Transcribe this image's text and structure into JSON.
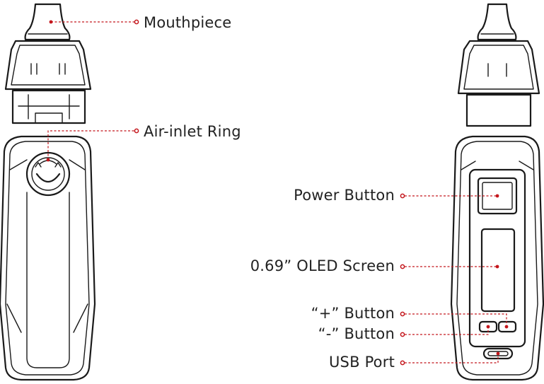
{
  "colors": {
    "outline": "#1a1a1a",
    "callout": "#c4161c",
    "text": "#222222",
    "background": "#ffffff"
  },
  "callouts": {
    "mouthpiece": "Mouthpiece",
    "air_inlet_ring": "Air-inlet Ring",
    "power_button": "Power Button",
    "oled_screen": "0.69” OLED Screen",
    "plus_button": "“+” Button",
    "minus_button": "“-” Button",
    "usb_port": "USB Port"
  }
}
